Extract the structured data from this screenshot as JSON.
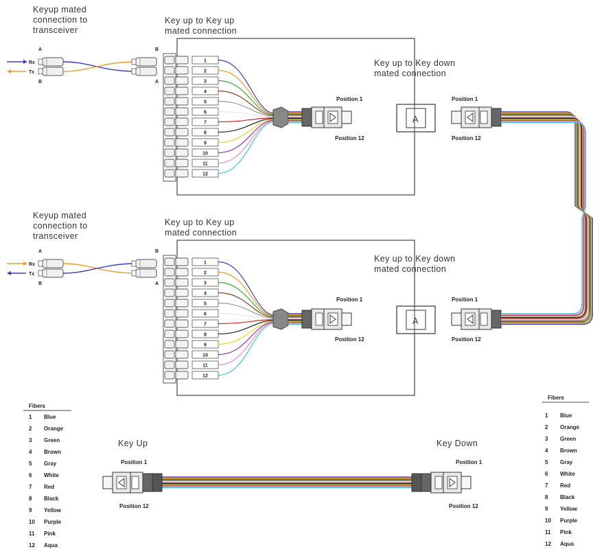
{
  "top": {
    "transceiver_label": [
      "Keyup mated",
      "connection to",
      "transceiver"
    ],
    "keyup_label": [
      "Key up to Key up",
      "mated connection"
    ],
    "keydown_label": [
      "Key up to Key down",
      "mated connection"
    ],
    "port_a": "A",
    "port_b": "B",
    "rx": "Rx",
    "tx": "Tx",
    "position_1": "Position 1",
    "position_12": "Position 12",
    "adapter_label": "A"
  },
  "bottom": {
    "transceiver_label": [
      "Keyup mated",
      "connection to",
      "transceiver"
    ],
    "keyup_label": [
      "Key up to Key up",
      "mated connection"
    ],
    "keydown_label": [
      "Key up to Key down",
      "mated connection"
    ],
    "port_a": "A",
    "port_b": "B",
    "rx": "Rx",
    "tx": "Tx",
    "position_1": "Position 1",
    "position_12": "Position 12",
    "adapter_label": "A"
  },
  "cable": {
    "key_up": "Key Up",
    "key_down": "Key Down",
    "position_1": "Position 1",
    "position_12": "Position 12"
  },
  "fibers": {
    "title": "Fibers",
    "items": [
      {
        "num": "1",
        "name": "Blue",
        "color": "#3a3ad0"
      },
      {
        "num": "2",
        "name": "Orange",
        "color": "#f39a2a"
      },
      {
        "num": "3",
        "name": "Green",
        "color": "#3aa83a"
      },
      {
        "num": "4",
        "name": "Brown",
        "color": "#8b4a1e"
      },
      {
        "num": "5",
        "name": "Gray",
        "color": "#9a9a9a"
      },
      {
        "num": "6",
        "name": "White",
        "color": "#e6e6e6"
      },
      {
        "num": "7",
        "name": "Red",
        "color": "#d82020"
      },
      {
        "num": "8",
        "name": "Black",
        "color": "#222222"
      },
      {
        "num": "9",
        "name": "Yellow",
        "color": "#e8d820"
      },
      {
        "num": "10",
        "name": "Purple",
        "color": "#8a3ac0"
      },
      {
        "num": "11",
        "name": "Pink",
        "color": "#f08ab0"
      },
      {
        "num": "12",
        "name": "Aqua",
        "color": "#3ac8d8"
      }
    ]
  },
  "ports": [
    "1",
    "2",
    "3",
    "4",
    "5",
    "6",
    "7",
    "8",
    "9",
    "10",
    "11",
    "12"
  ]
}
